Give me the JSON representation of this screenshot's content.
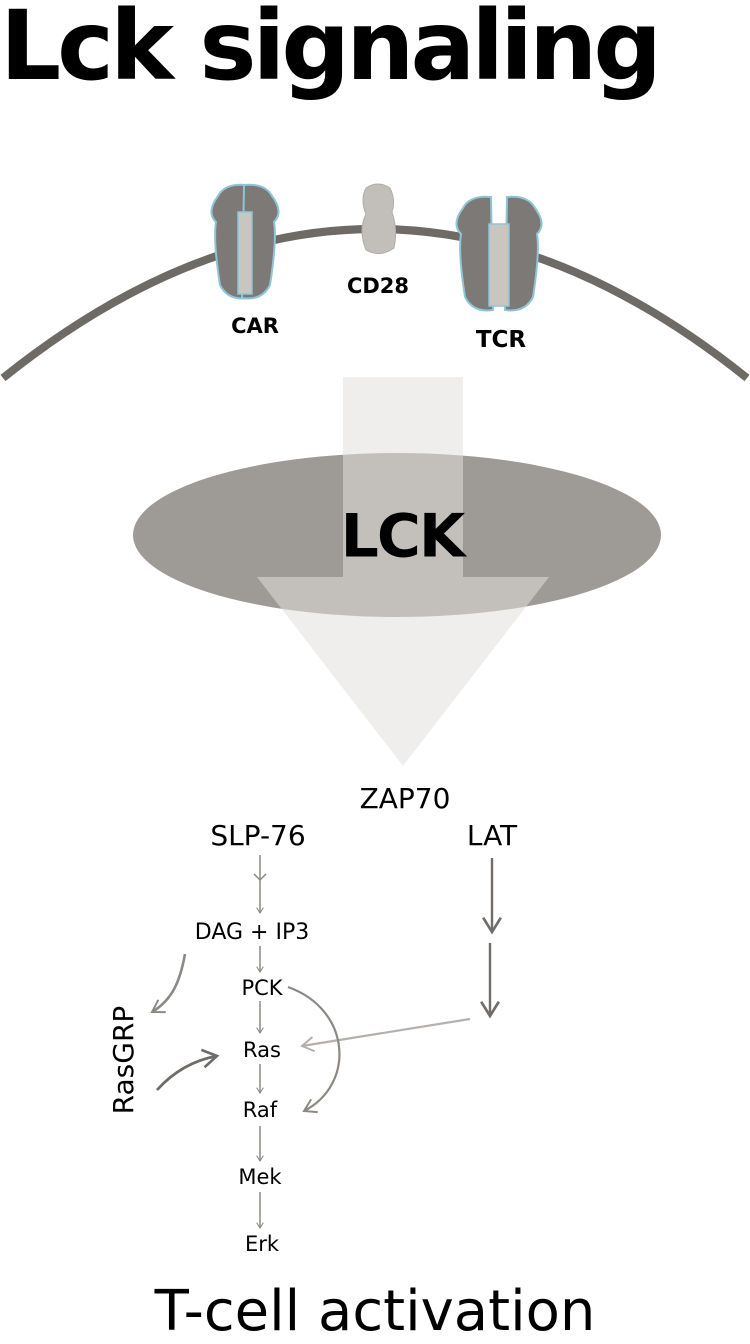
{
  "title": "Lck signaling",
  "receptors": {
    "car": "CAR",
    "cd28": "CD28",
    "tcr": "TCR"
  },
  "kinase": "LCK",
  "pathway": {
    "zap70": "ZAP70",
    "slp76": "SLP-76",
    "lat": "LAT",
    "dag_ip3": "DAG + IP3",
    "pck": "PCK",
    "ras": "Ras",
    "raf": "Raf",
    "mek": "Mek",
    "erk": "Erk",
    "rasgrp": "RasGRP"
  },
  "footer": "T-cell activation",
  "colors": {
    "membrane": "#6e6b67",
    "receptor_fill": "#7d7976",
    "receptor_outline": "#8fc6d6",
    "receptor_core": "#c9c6c2",
    "cd28_fill": "#c2bfbb",
    "lck_ellipse": "#9e9a96",
    "arrow_light": "#e2e0dd",
    "pathway_arrow": "#8c8985",
    "pathway_arrow_dark": "#6f6c69",
    "pathway_arrow_light": "#b3b0ad"
  }
}
